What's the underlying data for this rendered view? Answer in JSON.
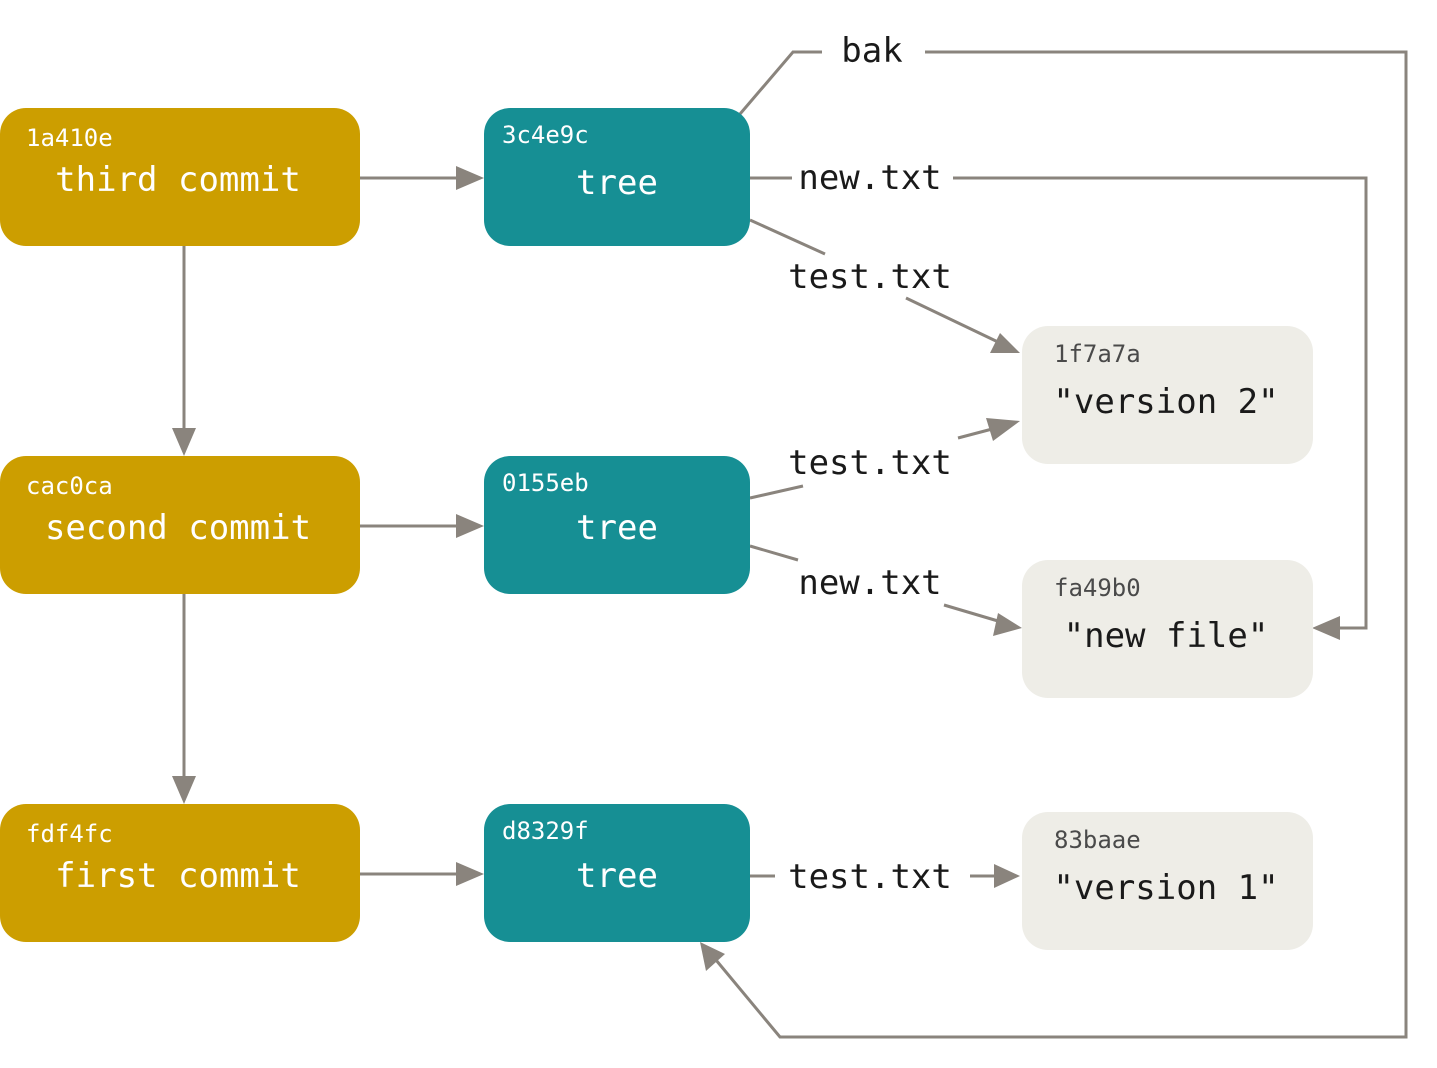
{
  "colors": {
    "commit": "#cc9e00",
    "tree": "#168f94",
    "blob": "#eeede7",
    "edge": "#8a847d",
    "light_text": "#ffffff",
    "dark_text": "#1a1a1a",
    "blob_hash_text": "#4a4a4a"
  },
  "commits": [
    {
      "hash": "1a410e",
      "label": "third commit"
    },
    {
      "hash": "cac0ca",
      "label": "second commit"
    },
    {
      "hash": "fdf4fc",
      "label": "first commit"
    }
  ],
  "trees": [
    {
      "hash": "3c4e9c",
      "label": "tree"
    },
    {
      "hash": "0155eb",
      "label": "tree"
    },
    {
      "hash": "d8329f",
      "label": "tree"
    }
  ],
  "blobs": [
    {
      "hash": "1f7a7a",
      "label": "\"version 2\""
    },
    {
      "hash": "fa49b0",
      "label": "\"new file\""
    },
    {
      "hash": "83baae",
      "label": "\"version 1\""
    }
  ],
  "edge_labels": {
    "bak": "bak",
    "tree1_new": "new.txt",
    "tree1_test": "test.txt",
    "tree2_test": "test.txt",
    "tree2_new": "new.txt",
    "tree3_test": "test.txt"
  }
}
